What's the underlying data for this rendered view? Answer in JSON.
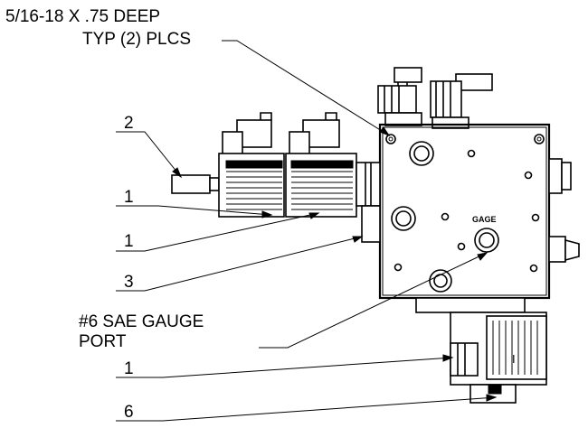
{
  "callouts": {
    "tap_line1": "5/16-18 X .75 DEEP",
    "tap_line2": "TYP (2) PLCS",
    "item_2": "2",
    "item_1_upper": "1",
    "item_1_middle": "1",
    "item_3": "3",
    "gauge_line1": "#6 SAE GAUGE",
    "gauge_line2": "PORT",
    "item_1_lower": "1",
    "item_6": "6"
  },
  "part_marks": {
    "gage": "GAGE",
    "coil_mark": "I"
  }
}
